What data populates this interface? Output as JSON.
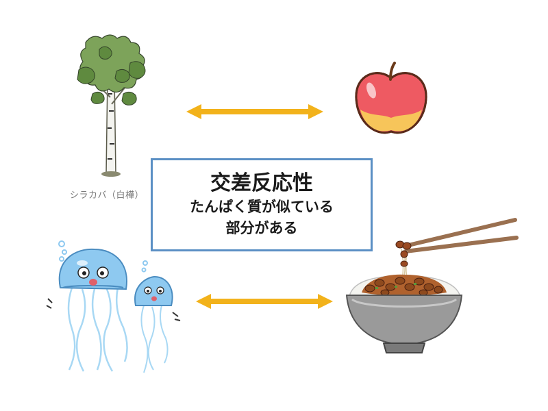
{
  "caption": {
    "birch": "シラカバ（白樺）"
  },
  "center": {
    "title": "交差反応性",
    "line1": "たんぱく質が似ている",
    "line2": "部分がある"
  },
  "colors": {
    "arrow": "#f2b21b",
    "box_border": "#5a8fc4",
    "apple": "#ee5a62",
    "jellyfish": "#8ec9f0"
  },
  "icons": {
    "birch": "birch-tree-icon",
    "apple": "apple-icon",
    "jellyfish": "jellyfish-icon",
    "natto": "natto-rice-bowl-icon",
    "arrow": "double-headed-arrow-icon"
  }
}
